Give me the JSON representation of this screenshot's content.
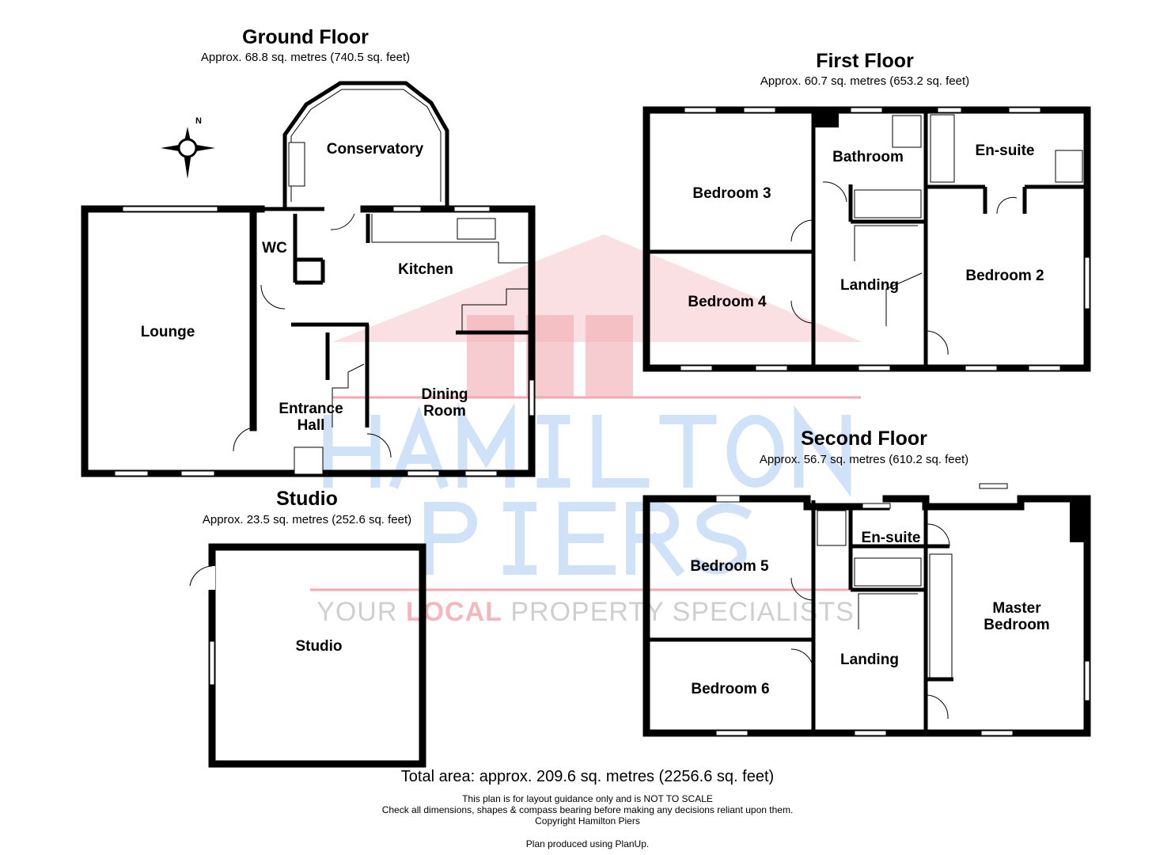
{
  "floors": {
    "ground": {
      "title": "Ground Floor",
      "area": "Approx. 68.8 sq. metres (740.5 sq. feet)"
    },
    "first": {
      "title": "First Floor",
      "area": "Approx. 60.7 sq. metres (653.2 sq. feet)"
    },
    "second": {
      "title": "Second Floor",
      "area": "Approx. 56.7 sq. metres (610.2 sq. feet)"
    },
    "studio": {
      "title": "Studio",
      "area": "Approx. 23.5 sq. metres (252.6 sq. feet)"
    }
  },
  "rooms": {
    "lounge": "Lounge",
    "wc": "WC",
    "conservatory": "Conservatory",
    "kitchen": "Kitchen",
    "entrance_hall": [
      "Entrance",
      "Hall"
    ],
    "dining_room": [
      "Dining",
      "Room"
    ],
    "studio": "Studio",
    "bedroom3": "Bedroom 3",
    "bathroom": "Bathroom",
    "ensuite1": "En-suite",
    "bedroom4": "Bedroom 4",
    "landing1": "Landing",
    "bedroom2": "Bedroom 2",
    "bedroom5": "Bedroom 5",
    "ensuite2": "En-suite",
    "landing2": "Landing",
    "master_bedroom": [
      "Master",
      "Bedroom"
    ],
    "bedroom6": "Bedroom 6"
  },
  "compass": {
    "label": "N"
  },
  "watermark": {
    "line1": "HAMILTON",
    "line2": "PIERS",
    "tagline_a": "YOUR ",
    "tagline_b": "LOCAL",
    "tagline_c": " PROPERTY SPECIALISTS"
  },
  "footer": {
    "total": "Total area: approx. 209.6 sq. metres (2256.6 sq. feet)",
    "notes": [
      "This plan is for layout guidance only and is NOT TO SCALE",
      "Check all dimensions, shapes & compass bearing before making any decisions reliant upon them.",
      "Copyright Hamilton Piers",
      "Plan produced using PlanUp."
    ]
  }
}
